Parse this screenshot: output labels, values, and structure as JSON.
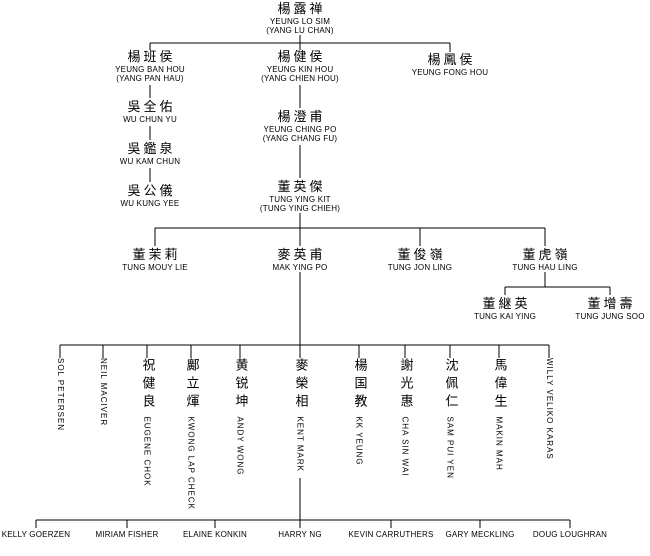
{
  "colors": {
    "background": "#ffffff",
    "text": "#000000",
    "line": "#000000"
  },
  "nodes": {
    "root": {
      "chinese": "楊露禅",
      "name": "YEUNG LO SIM",
      "alt": "(YANG LU CHAN)"
    },
    "ban_hou": {
      "chinese": "楊班侯",
      "name": "YEUNG BAN HOU",
      "alt": "(YANG PAN HAU)"
    },
    "kin_hou": {
      "chinese": "楊健侯",
      "name": "YEUNG KIN HOU",
      "alt": "(YANG CHIEN HOU)"
    },
    "fong_hou": {
      "chinese": "楊鳳侯",
      "name": "YEUNG FONG HOU"
    },
    "wu_chun_yu": {
      "chinese": "吳全佑",
      "name": "WU CHUN YU"
    },
    "wu_kam_chun": {
      "chinese": "吳鑑泉",
      "name": "WU KAM CHUN"
    },
    "wu_kung_yee": {
      "chinese": "吳公儀",
      "name": "WU KUNG YEE"
    },
    "ching_po": {
      "chinese": "楊澄甫",
      "name": "YEUNG CHING PO",
      "alt": "(YANG CHANG FU)"
    },
    "ying_kit": {
      "chinese": "董英傑",
      "name": "TUNG YING KIT",
      "alt": "(TUNG YING CHIEH)"
    },
    "mouy_lie": {
      "chinese": "董茉莉",
      "name": "TUNG MOUY LIE"
    },
    "mak_ying_po": {
      "chinese": "麥英甫",
      "name": "MAK YING PO"
    },
    "jon_ling": {
      "chinese": "董俊嶺",
      "name": "TUNG JON LING"
    },
    "hau_ling": {
      "chinese": "董虎嶺",
      "name": "TUNG HAU LING"
    },
    "kai_ying": {
      "chinese": "董継英",
      "name": "TUNG KAI YING"
    },
    "jung_soo": {
      "chinese": "董增壽",
      "name": "TUNG JUNG SOO"
    }
  },
  "students": [
    {
      "chinese": "",
      "name": "SOL PETERSEN"
    },
    {
      "chinese": "",
      "name": "NEIL MACIVER"
    },
    {
      "chinese": "祝健良",
      "name": "EUGENE CHOK"
    },
    {
      "chinese": "鄺立煇",
      "name": "KWONG LAP CHECK"
    },
    {
      "chinese": "黄锐坤",
      "name": "ANDY WONG"
    },
    {
      "chinese": "麥榮相",
      "name": "KENT MARK"
    },
    {
      "chinese": "楊国教",
      "name": "KK YEUNG"
    },
    {
      "chinese": "謝光惠",
      "name": "CHA SIN WAI"
    },
    {
      "chinese": "沈佩仁",
      "name": "SAM PUI YEN"
    },
    {
      "chinese": "馬偉生",
      "name": "MAKIN MAH"
    },
    {
      "chinese": "",
      "name": "WILLY VELIKO KARAS"
    }
  ],
  "bottom": [
    {
      "name": "KELLY GOERZEN"
    },
    {
      "name": "MIRIAM FISHER"
    },
    {
      "name": "ELAINE KONKIN"
    },
    {
      "name": "HARRY NG"
    },
    {
      "name": "KEVIN CARRUTHERS"
    },
    {
      "name": "GARY MECKLING"
    },
    {
      "name": "DOUG LOUGHRAN"
    }
  ]
}
